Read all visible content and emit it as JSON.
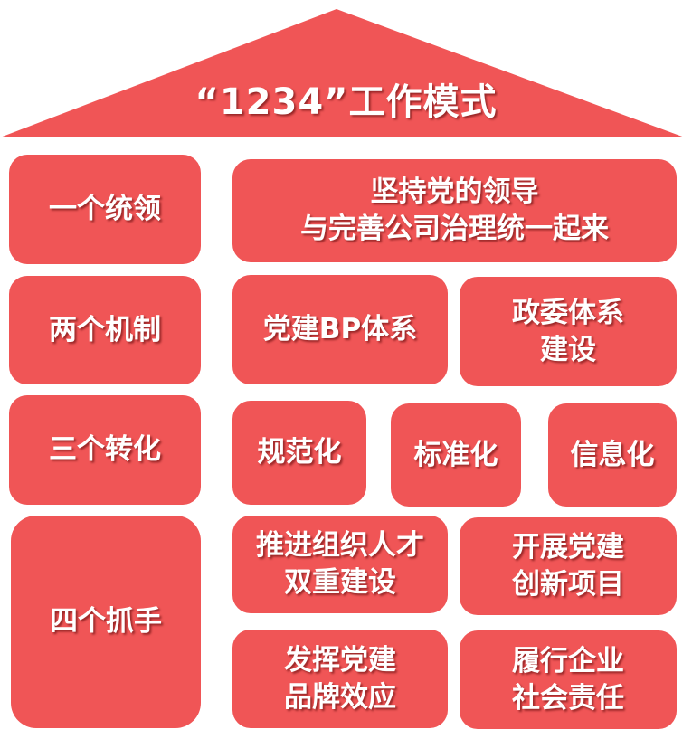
{
  "title": "“1234”工作模式",
  "colors": {
    "accent": "#F05556",
    "text": "#FFFFFF",
    "background": "#FFFFFF"
  },
  "rows": [
    {
      "label": "一个统领",
      "items": [
        "坚持党的领导\n与完善公司治理统一起来"
      ]
    },
    {
      "label": "两个机制",
      "items": [
        "党建BP体系",
        "政委体系\n建设"
      ]
    },
    {
      "label": "三个转化",
      "items": [
        "规范化",
        "标准化",
        "信息化"
      ]
    },
    {
      "label": "四个抓手",
      "items": [
        "推进组织人才\n双重建设",
        "开展党建\n创新项目",
        "发挥党建\n品牌效应",
        "履行企业\n社会责任"
      ]
    }
  ]
}
